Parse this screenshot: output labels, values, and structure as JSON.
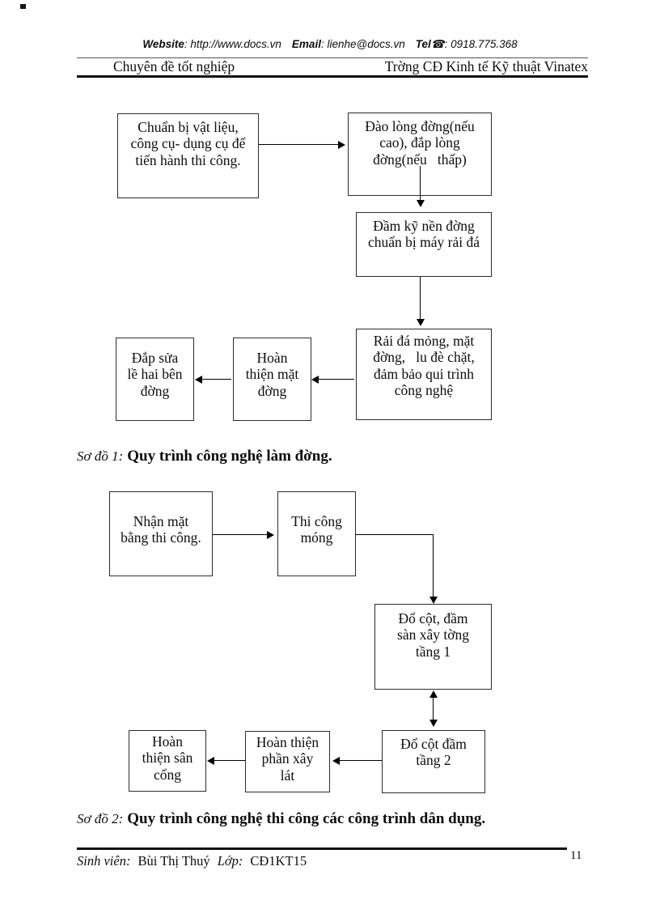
{
  "header": {
    "contact": {
      "website_label": "Website",
      "website_value": ": http://www.docs.vn",
      "email_label": "Email",
      "email_value": ": lienhe@docs.vn",
      "tel_label": "Tel",
      "phone_icon": "☎",
      "tel_value": ": 0918.775.368"
    },
    "left_title": "Chuyên đề tốt nghiệp",
    "right_title": "Trờng   CĐ Kinh tế Kỹ thuật Vinatex"
  },
  "diagram1": {
    "caption_label": "Sơ đồ 1:",
    "caption_text": "Quy trình công nghệ làm đờng.",
    "boxes": {
      "prepare": "Chuẩn bị vật liệu,\ncông cụ- dụng cụ để\ntiến hành thi công.",
      "excavate": "Đào lòng đờng(nếu\ncao), đắp lòng\nđờng(nếu   thấp)",
      "compact": "Đầm kỹ nền đờng\nchuẩn bị máy rải đá",
      "spread": "Rải đá mỏng, mặt\nđờng,   lu đè chặt,\nđảm bảo qui trình\ncông nghệ",
      "finish_surface": "Hoàn\nthiện mặt\nđờng",
      "shoulder": "Đắp sửa\nlề hai bên\nđờng"
    }
  },
  "diagram2": {
    "caption_label": "Sơ đồ 2:",
    "caption_text": "Quy trình công nghệ thi công các công trình dân dụng.",
    "boxes": {
      "receive_site": "Nhận mặt\nbằng thi công.",
      "foundation": "Thi công\nmóng",
      "floor1": "Đổ cột, đầm\nsàn xây tờng\ntầng 1",
      "floor2": "Đổ cột đầm\ntầng 2",
      "finishing": "Hoàn thiện\nphần xây\nlát",
      "yard_gate": "Hoàn\nthiện sân\ncổng"
    }
  },
  "footer": {
    "student_label": "Sinh viên:",
    "student_name": "Bùi Thị Thuý",
    "class_label": "Lớp:",
    "class_value": "CĐ1KT15",
    "page_number": "11"
  }
}
